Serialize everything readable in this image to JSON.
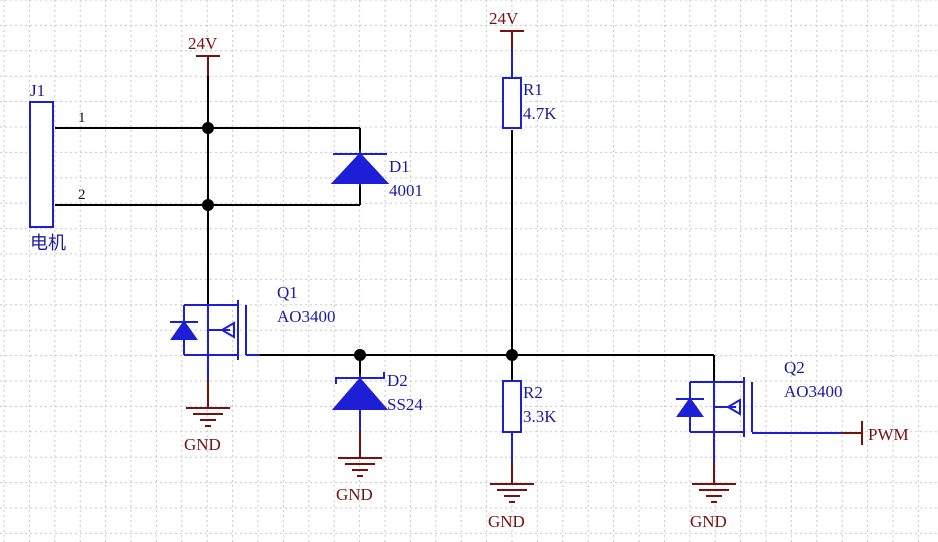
{
  "colors": {
    "wire": "#000000",
    "component": "#1e1ed6",
    "power": "#7a0f0f",
    "text_blue": "#1a1aa6",
    "grid": "#c8c8c8",
    "background": "#ffffff"
  },
  "power_labels": {
    "vcc_left": "24V",
    "vcc_right": "24V",
    "gnd_q1": "GND",
    "gnd_d2": "GND",
    "gnd_r2": "GND",
    "gnd_q2": "GND",
    "pwm": "PWM"
  },
  "components": {
    "j1": {
      "designator": "J1",
      "pin1": "1",
      "pin2": "2",
      "name": "电机"
    },
    "d1": {
      "designator": "D1",
      "value": "4001"
    },
    "r1": {
      "designator": "R1",
      "value": "4.7K"
    },
    "r2": {
      "designator": "R2",
      "value": "3.3K"
    },
    "q1": {
      "designator": "Q1",
      "value": "AO3400"
    },
    "d2": {
      "designator": "D2",
      "value": "SS24"
    },
    "q2": {
      "designator": "Q2",
      "value": "AO3400"
    }
  },
  "icons": [
    "power-port-icon",
    "ground-icon",
    "diode-icon",
    "schottky-diode-icon",
    "resistor-icon",
    "nmos-icon",
    "junction-dot-icon",
    "connector-icon"
  ]
}
